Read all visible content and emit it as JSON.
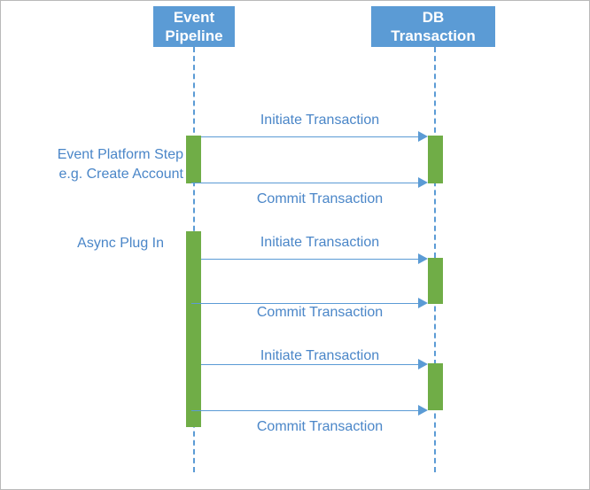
{
  "diagram": {
    "type": "sequence-diagram",
    "title": "Event Pipeline / DB Transaction sequence",
    "colors": {
      "participant_fill": "#5B9BD5",
      "participant_text": "#FFFFFF",
      "activation_fill": "#70AD47",
      "message_line": "#5B9BD5",
      "message_text": "#4A86C8",
      "lifeline": "#5B9BD5",
      "background": "#FFFFFF",
      "border": "#B9B9B9"
    },
    "participants": [
      {
        "id": "event-pipeline",
        "line1": "Event",
        "line2": "Pipeline"
      },
      {
        "id": "db-transaction",
        "line1": "DB",
        "line2": "Transaction"
      }
    ],
    "side_labels": [
      {
        "id": "event-platform-step",
        "line1": "Event Platform Step",
        "line2": "e.g. Create Account"
      },
      {
        "id": "async-plug-in",
        "line1": "Async Plug In",
        "line2": ""
      }
    ],
    "messages": [
      {
        "id": "msg-1",
        "label": "Initiate Transaction",
        "from": "event-pipeline",
        "to": "db-transaction",
        "direction": "right"
      },
      {
        "id": "msg-2",
        "label": "Commit Transaction",
        "from": "event-pipeline",
        "to": "db-transaction",
        "direction": "right"
      },
      {
        "id": "msg-3",
        "label": "Initiate Transaction",
        "from": "event-pipeline",
        "to": "db-transaction",
        "direction": "right"
      },
      {
        "id": "msg-4",
        "label": "Commit Transaction",
        "from": "event-pipeline",
        "to": "db-transaction",
        "direction": "right"
      },
      {
        "id": "msg-5",
        "label": "Initiate Transaction",
        "from": "event-pipeline",
        "to": "db-transaction",
        "direction": "right"
      },
      {
        "id": "msg-6",
        "label": "Commit Transaction",
        "from": "event-pipeline",
        "to": "db-transaction",
        "direction": "right"
      }
    ],
    "activations": [
      {
        "id": "act-ep-1",
        "lifeline": "event-pipeline"
      },
      {
        "id": "act-ep-2",
        "lifeline": "event-pipeline"
      },
      {
        "id": "act-db-1",
        "lifeline": "db-transaction"
      },
      {
        "id": "act-db-2",
        "lifeline": "db-transaction"
      },
      {
        "id": "act-db-3",
        "lifeline": "db-transaction"
      }
    ]
  }
}
